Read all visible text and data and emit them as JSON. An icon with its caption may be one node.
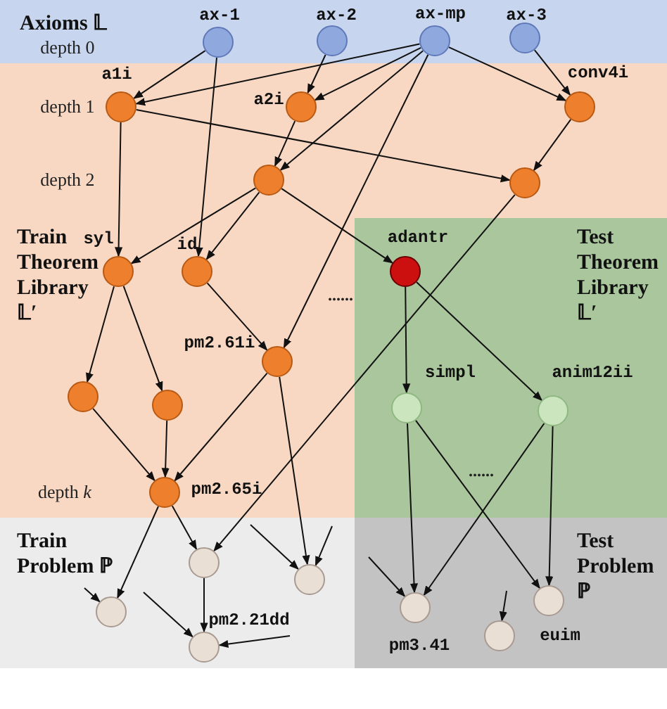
{
  "diagram": {
    "nodes": [
      {
        "text": [
          "Axioms 𝕃"
        ]
      },
      {
        "text": [
          "Train Theorem Library 𝕃′"
        ]
      },
      {
        "text": [
          "Test Theorem Library 𝕃′"
        ],
        "in": 1
      },
      {
        "text": [
          "Train Problem ℙ"
        ]
      },
      {
        "text": [
          "Test Problem ℙ"
        ]
      },
      {
        "text": [],
        "shape": "circle",
        "in": 0,
        "beside": [
          "ax-1"
        ]
      },
      {
        "text": [],
        "shape": "circle",
        "in": 0,
        "beside": [
          "ax-2"
        ]
      },
      {
        "text": [],
        "shape": "circle",
        "in": 0,
        "beside": [
          "ax-mp"
        ]
      },
      {
        "text": [],
        "shape": "circle",
        "in": 0,
        "beside": [
          "ax-3"
        ]
      },
      {
        "text": [],
        "shape": "circle",
        "in": 1,
        "beside": [
          "a1i"
        ]
      },
      {
        "text": [],
        "shape": "circle",
        "in": 1,
        "beside": [
          "a2i"
        ]
      },
      {
        "text": [],
        "shape": "circle",
        "in": 1,
        "beside": [
          "conv4i"
        ]
      },
      {
        "text": [],
        "shape": "circle",
        "in": 1
      },
      {
        "text": [],
        "shape": "circle",
        "in": 1
      },
      {
        "text": [],
        "shape": "circle",
        "in": 1,
        "beside": [
          "syl"
        ]
      },
      {
        "text": [],
        "shape": "circle",
        "in": 1,
        "beside": [
          "id"
        ]
      },
      {
        "text": [],
        "shape": "circle",
        "in": 1,
        "beside": [
          "pm2.61i"
        ]
      },
      {
        "text": [],
        "shape": "circle",
        "in": 1
      },
      {
        "text": [],
        "shape": "circle",
        "in": 1
      },
      {
        "text": [],
        "shape": "circle",
        "in": 1,
        "beside": [
          "pm2.65i"
        ]
      },
      {
        "text": [],
        "shape": "circle",
        "in": 2,
        "beside": [
          "adantr"
        ]
      },
      {
        "text": [],
        "shape": "circle",
        "in": 2,
        "beside": [
          "simpl"
        ]
      },
      {
        "text": [],
        "shape": "circle",
        "in": 2,
        "beside": [
          "anim12ii"
        ]
      },
      {
        "text": [],
        "shape": "circle",
        "in": 3
      },
      {
        "text": [],
        "shape": "circle",
        "in": 3
      },
      {
        "text": [],
        "shape": "circle",
        "in": 3
      },
      {
        "text": [],
        "shape": "circle",
        "in": 3,
        "beside": [
          "pm2.21dd"
        ]
      },
      {
        "text": [],
        "shape": "circle",
        "in": 4,
        "beside": [
          "pm3.41"
        ]
      },
      {
        "text": [],
        "shape": "circle",
        "in": 4
      },
      {
        "text": [],
        "shape": "circle",
        "in": 4,
        "beside": [
          "euim"
        ]
      }
    ],
    "edges": [
      {
        "from": 5,
        "to": 9,
        "arrow": "to"
      },
      {
        "from": 5,
        "to": 15,
        "arrow": "to"
      },
      {
        "from": 6,
        "to": 10,
        "arrow": "to"
      },
      {
        "from": 7,
        "to": 9,
        "arrow": "to"
      },
      {
        "from": 7,
        "to": 10,
        "arrow": "to"
      },
      {
        "from": 7,
        "to": 12,
        "arrow": "to"
      },
      {
        "from": 7,
        "to": 11,
        "arrow": "to"
      },
      {
        "from": 7,
        "to": 16,
        "arrow": "to"
      },
      {
        "from": 8,
        "to": 11,
        "arrow": "to"
      },
      {
        "from": 9,
        "to": 14,
        "arrow": "to"
      },
      {
        "from": 9,
        "to": 13,
        "arrow": "to"
      },
      {
        "from": 10,
        "to": 12,
        "arrow": "to"
      },
      {
        "from": 11,
        "to": 13,
        "arrow": "to"
      },
      {
        "from": 12,
        "to": 14,
        "arrow": "to"
      },
      {
        "from": 12,
        "to": 15,
        "arrow": "to"
      },
      {
        "from": 12,
        "to": 20,
        "arrow": "to"
      },
      {
        "from": 13,
        "to": 24,
        "arrow": "to"
      },
      {
        "from": 14,
        "to": 17,
        "arrow": "to"
      },
      {
        "from": 14,
        "to": 18,
        "arrow": "to"
      },
      {
        "from": 15,
        "to": 16,
        "arrow": "to"
      },
      {
        "from": 16,
        "to": 19,
        "arrow": "to"
      },
      {
        "from": 16,
        "to": 25,
        "arrow": "to"
      },
      {
        "from": 17,
        "to": 19,
        "arrow": "to"
      },
      {
        "from": 18,
        "to": 19,
        "arrow": "to"
      },
      {
        "from": 19,
        "to": 23,
        "arrow": "to"
      },
      {
        "from": 19,
        "to": 24,
        "arrow": "to"
      },
      {
        "from": 24,
        "to": 26,
        "arrow": "to"
      },
      {
        "from": null,
        "to": 23,
        "arrow": "to"
      },
      {
        "from": null,
        "to": 26,
        "arrow": "to"
      },
      {
        "from": null,
        "to": 26,
        "arrow": "to"
      },
      {
        "from": null,
        "to": 25,
        "arrow": "to"
      },
      {
        "from": null,
        "to": 25,
        "arrow": "to"
      },
      {
        "from": 20,
        "to": 21,
        "arrow": "to"
      },
      {
        "from": 20,
        "to": 22,
        "arrow": "to"
      },
      {
        "from": 21,
        "to": 27,
        "arrow": "to"
      },
      {
        "from": 21,
        "to": 29,
        "arrow": "to"
      },
      {
        "from": 22,
        "to": 27,
        "arrow": "to"
      },
      {
        "from": 22,
        "to": 29,
        "arrow": "to"
      },
      {
        "from": null,
        "to": 27,
        "arrow": "to"
      },
      {
        "from": null,
        "to": 28,
        "arrow": "to"
      }
    ],
    "labels": [
      "depth 0",
      "depth 1",
      "depth 2",
      "depth *k*",
      "......",
      "......"
    ]
  }
}
